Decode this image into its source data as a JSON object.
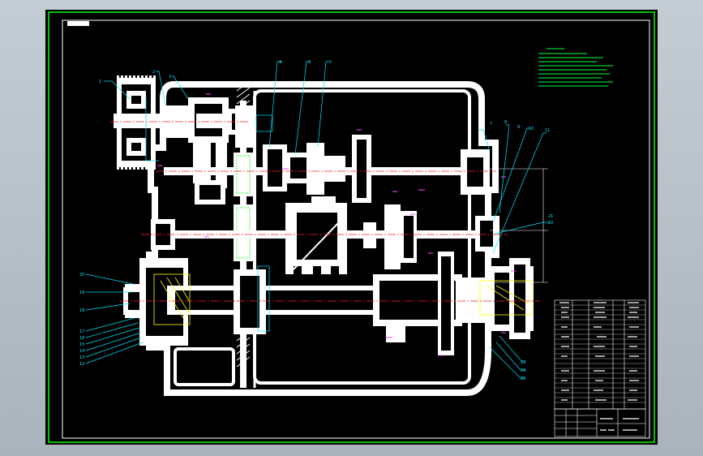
{
  "colors": {
    "background": "#000000",
    "frame": "#ffffff",
    "border": "#00ff00",
    "leader": "#00e5ff",
    "centerline": "#ff2020",
    "dimension": "#ff44ff",
    "hidden": "#ffff00",
    "notes": "#00ff44"
  },
  "drawing": {
    "callouts_top": [
      "1",
      "2",
      "3",
      "4",
      "5",
      "6",
      "7",
      "8",
      "9",
      "10",
      "11"
    ],
    "callouts_right": [
      "21",
      "22",
      "23",
      "24",
      "25"
    ],
    "callouts_left": [
      "20",
      "19",
      "18",
      "17",
      "16",
      "15",
      "14",
      "13",
      "12"
    ]
  }
}
